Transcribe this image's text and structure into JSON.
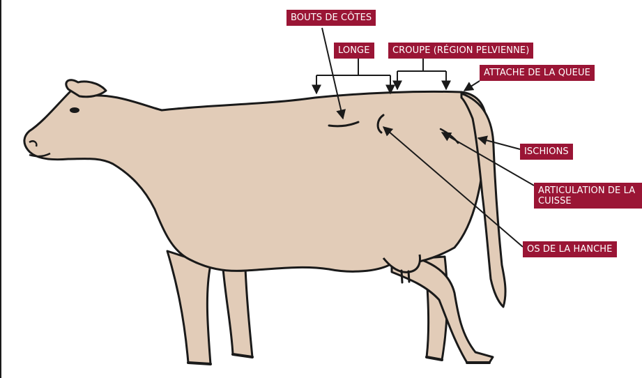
{
  "colors": {
    "label_bg": "#9a1535",
    "label_text": "#ffffff",
    "cow_fill": "#e2ccb8",
    "outline": "#1a1a1a"
  },
  "labels": {
    "rib_ends": "BOUTS DE CÔTES",
    "loin": "LONGE",
    "rump": "CROUPE (RÉGION PELVIENNE)",
    "tail_head": "ATTACHE DE LA QUEUE",
    "pin_bones": "ISCHIONS",
    "thigh_joint": "ARTICULATION DE LA CUISSE",
    "hip_bone": "OS DE LA HANCHE"
  }
}
